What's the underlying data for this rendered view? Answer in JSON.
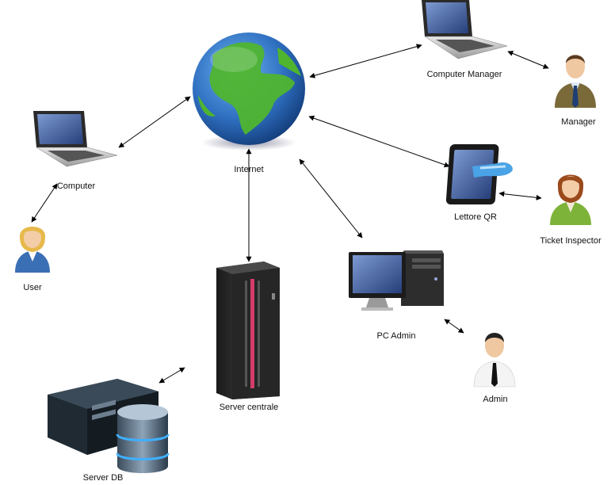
{
  "nodes": {
    "internet": {
      "label": "Internet",
      "icon": "globe-icon"
    },
    "computer": {
      "label": "Computer",
      "icon": "laptop-icon"
    },
    "user": {
      "label": "User",
      "icon": "user-woman-icon"
    },
    "computer_manager": {
      "label": "Computer Manager",
      "icon": "laptop-icon"
    },
    "manager": {
      "label": "Manager",
      "icon": "businessman-icon"
    },
    "lettore_qr": {
      "label": "Lettore QR",
      "icon": "tablet-scanner-icon"
    },
    "ticket_inspector": {
      "label": "Ticket Inspector",
      "icon": "user-woman-icon"
    },
    "pc_admin": {
      "label": "PC Admin",
      "icon": "desktop-pc-icon"
    },
    "admin": {
      "label": "Admin",
      "icon": "admin-man-icon"
    },
    "server_centrale": {
      "label": "Server centrale",
      "icon": "server-rack-icon"
    },
    "server_db": {
      "label": "Server DB",
      "icon": "database-server-icon"
    }
  },
  "edges": [
    {
      "from": "computer",
      "to": "internet",
      "directed": "both"
    },
    {
      "from": "user",
      "to": "computer",
      "directed": "both"
    },
    {
      "from": "internet",
      "to": "computer_manager",
      "directed": "both"
    },
    {
      "from": "computer_manager",
      "to": "manager",
      "directed": "both"
    },
    {
      "from": "internet",
      "to": "lettore_qr",
      "directed": "both"
    },
    {
      "from": "lettore_qr",
      "to": "ticket_inspector",
      "directed": "both"
    },
    {
      "from": "internet",
      "to": "pc_admin",
      "directed": "both"
    },
    {
      "from": "pc_admin",
      "to": "admin",
      "directed": "both"
    },
    {
      "from": "internet",
      "to": "server_centrale",
      "directed": "both"
    },
    {
      "from": "server_centrale",
      "to": "server_db",
      "directed": "both"
    }
  ],
  "colors": {
    "ocean": "#2f6fc0",
    "land": "#4fb52f",
    "edge": "#000000",
    "screen": "#3b5f9e",
    "server_accent": "#d43c6a"
  }
}
